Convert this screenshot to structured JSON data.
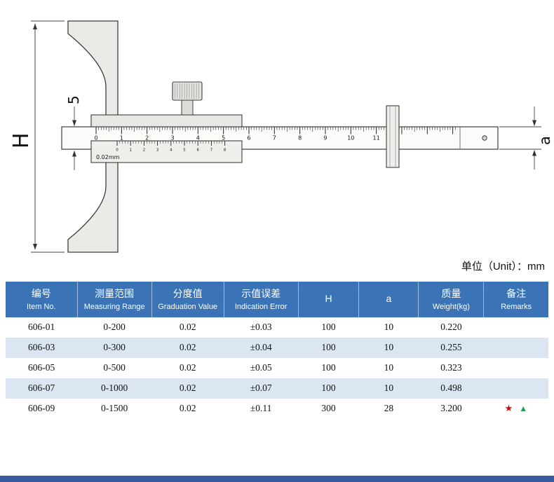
{
  "unit_note": "单位（Unit）：mm",
  "colors": {
    "header_bg": "#3a73b6",
    "row_alt_bg": "#dce6f3",
    "bottom_bar": "#3a5aa0",
    "star_red": "#e00000",
    "triangle_green": "#21a04d"
  },
  "drawing": {
    "labels": {
      "h": "H",
      "five": "5",
      "a": "a",
      "vernier_value": "0.02mm"
    },
    "main_scale": {
      "numbers": [
        "0",
        "1",
        "2",
        "3",
        "4",
        "5",
        "6",
        "7",
        "8",
        "9",
        "10",
        "11"
      ]
    },
    "vernier_scale": {
      "numbers": [
        "0",
        "1",
        "2",
        "3",
        "4",
        "5",
        "6",
        "7",
        "8"
      ]
    }
  },
  "table": {
    "columns": [
      {
        "zh": "编号",
        "en": "Item No."
      },
      {
        "zh": "测量范围",
        "en": "Measuring Range"
      },
      {
        "zh": "分度值",
        "en": "Graduation Value"
      },
      {
        "zh": "示值误差",
        "en": "Indication Error"
      },
      {
        "zh": "H",
        "en": ""
      },
      {
        "zh": "a",
        "en": ""
      },
      {
        "zh": "质量",
        "en": "Weight(kg)"
      },
      {
        "zh": "备注",
        "en": "Remarks"
      }
    ],
    "rows": [
      [
        "606-01",
        "0-200",
        "0.02",
        "±0.03",
        "100",
        "10",
        "0.220",
        ""
      ],
      [
        "606-03",
        "0-300",
        "0.02",
        "±0.04",
        "100",
        "10",
        "0.255",
        ""
      ],
      [
        "606-05",
        "0-500",
        "0.02",
        "±0.05",
        "100",
        "10",
        "0.323",
        ""
      ],
      [
        "606-07",
        "0-1000",
        "0.02",
        "±0.07",
        "100",
        "10",
        "0.498",
        ""
      ],
      [
        "606-09",
        "0-1500",
        "0.02",
        "±0.11",
        "300",
        "28",
        "3.200",
        ""
      ]
    ],
    "remarks": {
      "star": "★",
      "triangle": "▲"
    }
  }
}
